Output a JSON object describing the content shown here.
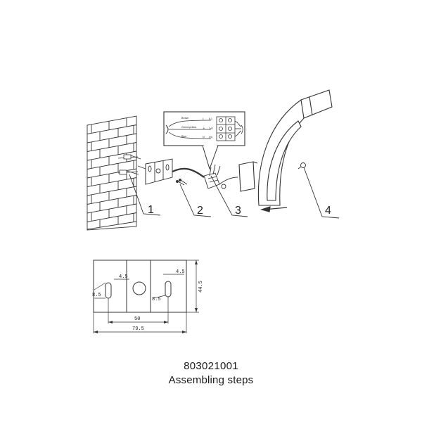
{
  "steps": [
    "1",
    "2",
    "3",
    "4"
  ],
  "wiring": {
    "wires": [
      "Brown",
      "Green/yellow",
      "Blue"
    ],
    "terminals": [
      "L",
      "⏚",
      "N"
    ],
    "markers": [
      "(L)",
      "(⏚)",
      "(N)"
    ]
  },
  "bracket": {
    "width_total": "79.5",
    "hole_spacing": "50",
    "height": "44.5",
    "slot_left": "8.5",
    "slot_right": "8.5",
    "gap_left": "4.5",
    "gap_right": "4.5"
  },
  "model_number": "803021001",
  "title": "Assembling steps"
}
